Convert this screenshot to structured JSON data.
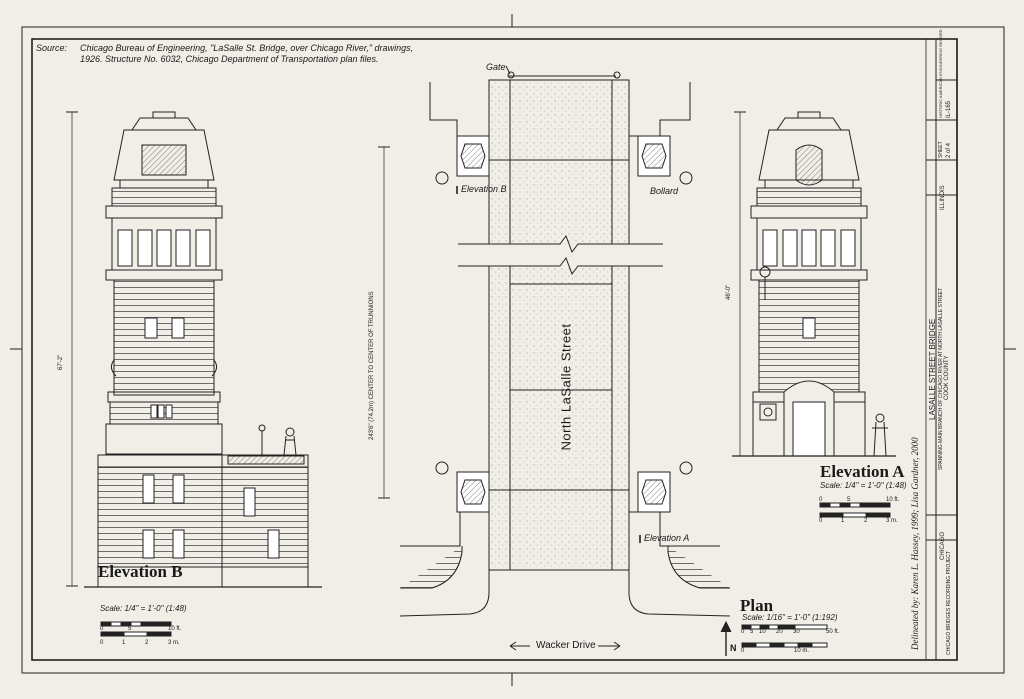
{
  "sheet": {
    "source_label": "Source:",
    "source_line1": "Chicago Bureau of Engineering, \"LaSalle St. Bridge, over Chicago River,\" drawings,",
    "source_line2": "1926. Structure No. 6032, Chicago Department of Transportation plan files."
  },
  "elevation_b": {
    "title": "Elevation B",
    "scale": "Scale: 1/4\" = 1'-0\" (1:48)",
    "height_dim": "67'-2\"",
    "bar_ft_ticks": [
      "0",
      "5",
      "10 ft."
    ],
    "bar_m_ticks": [
      "0",
      "1",
      "2",
      "3 m."
    ]
  },
  "elevation_a": {
    "title": "Elevation A",
    "scale": "Scale: 1/4\" = 1'-0\" (1:48)",
    "height_dim": "46'-0\"",
    "bar_ft_ticks": [
      "0",
      "5",
      "10 ft."
    ],
    "bar_m_ticks": [
      "0",
      "1",
      "2",
      "3 m."
    ]
  },
  "plan": {
    "title": "Plan",
    "scale": "Scale: 1/16\" = 1'-0\" (1:192)",
    "street_label": "North LaSalle Street",
    "cross_street": "Wacker Drive",
    "gate_label": "Gate",
    "bollard_label": "Bollard",
    "elevation_b_ref": "Elevation B",
    "elevation_a_ref": "Elevation A",
    "span_dim": "243'6\" (74.2m) CENTER TO CENTER OF TRUNNIONS",
    "north_label": "N",
    "bar_ft_ticks": [
      "0",
      "5",
      "10",
      "20",
      "30",
      "50 ft."
    ],
    "bar_m_ticks": [
      "0",
      "10 m."
    ]
  },
  "credits": {
    "delineator": "Delineated by: Karen L. Hassey, 1999; Lisa Gardner, 2000"
  },
  "title_block": {
    "bridge_name": "LASALLE STREET BRIDGE",
    "description": "SPANNING MAIN BRANCH OF CHICAGO RIVER AT NORTH LASALLE STREET",
    "county": "COOK COUNTY",
    "city": "CHICAGO",
    "state": "ILLINOIS",
    "project": "CHICAGO BRIDGES RECORDING PROJECT",
    "sheet_label": "SHEET",
    "sheet_no": "2 of 4",
    "survey_no": "IL-165",
    "survey_label": "HISTORIC AMERICAN ENGINEERING RECORD"
  },
  "colors": {
    "paper": "#f1eee7",
    "ink": "#1a1a1a"
  }
}
